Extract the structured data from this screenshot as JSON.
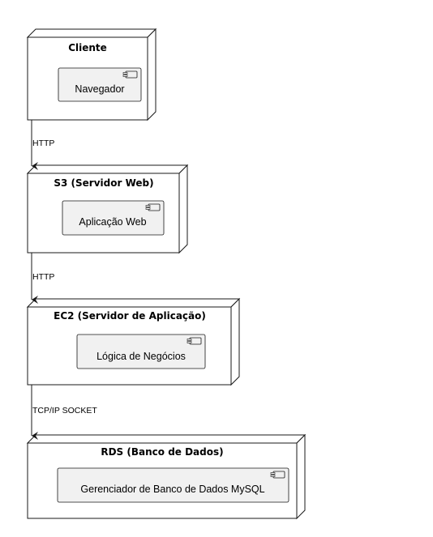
{
  "nodes": [
    {
      "id": "cliente",
      "title": "Cliente",
      "component": "Navegador",
      "component_icon": "component-icon"
    },
    {
      "id": "s3",
      "title": "S3 (Servidor Web)",
      "component": "Aplicação Web",
      "component_icon": "component-icon"
    },
    {
      "id": "ec2",
      "title": "EC2 (Servidor de Aplicação)",
      "component": "Lógica de Negócios",
      "component_icon": "component-icon"
    },
    {
      "id": "rds",
      "title": "RDS (Banco de Dados)",
      "component": "Gerenciador de Banco de Dados MySQL",
      "component_icon": "component-icon"
    }
  ],
  "edges": [
    {
      "from": "cliente",
      "to": "s3",
      "label": "HTTP"
    },
    {
      "from": "s3",
      "to": "ec2",
      "label": "HTTP"
    },
    {
      "from": "ec2",
      "to": "rds",
      "label": "TCP/IP SOCKET"
    }
  ],
  "colors": {
    "background": "#ffffff",
    "node_fill": "#ffffff",
    "component_fill": "#f1f1f1",
    "stroke": "#181818"
  }
}
